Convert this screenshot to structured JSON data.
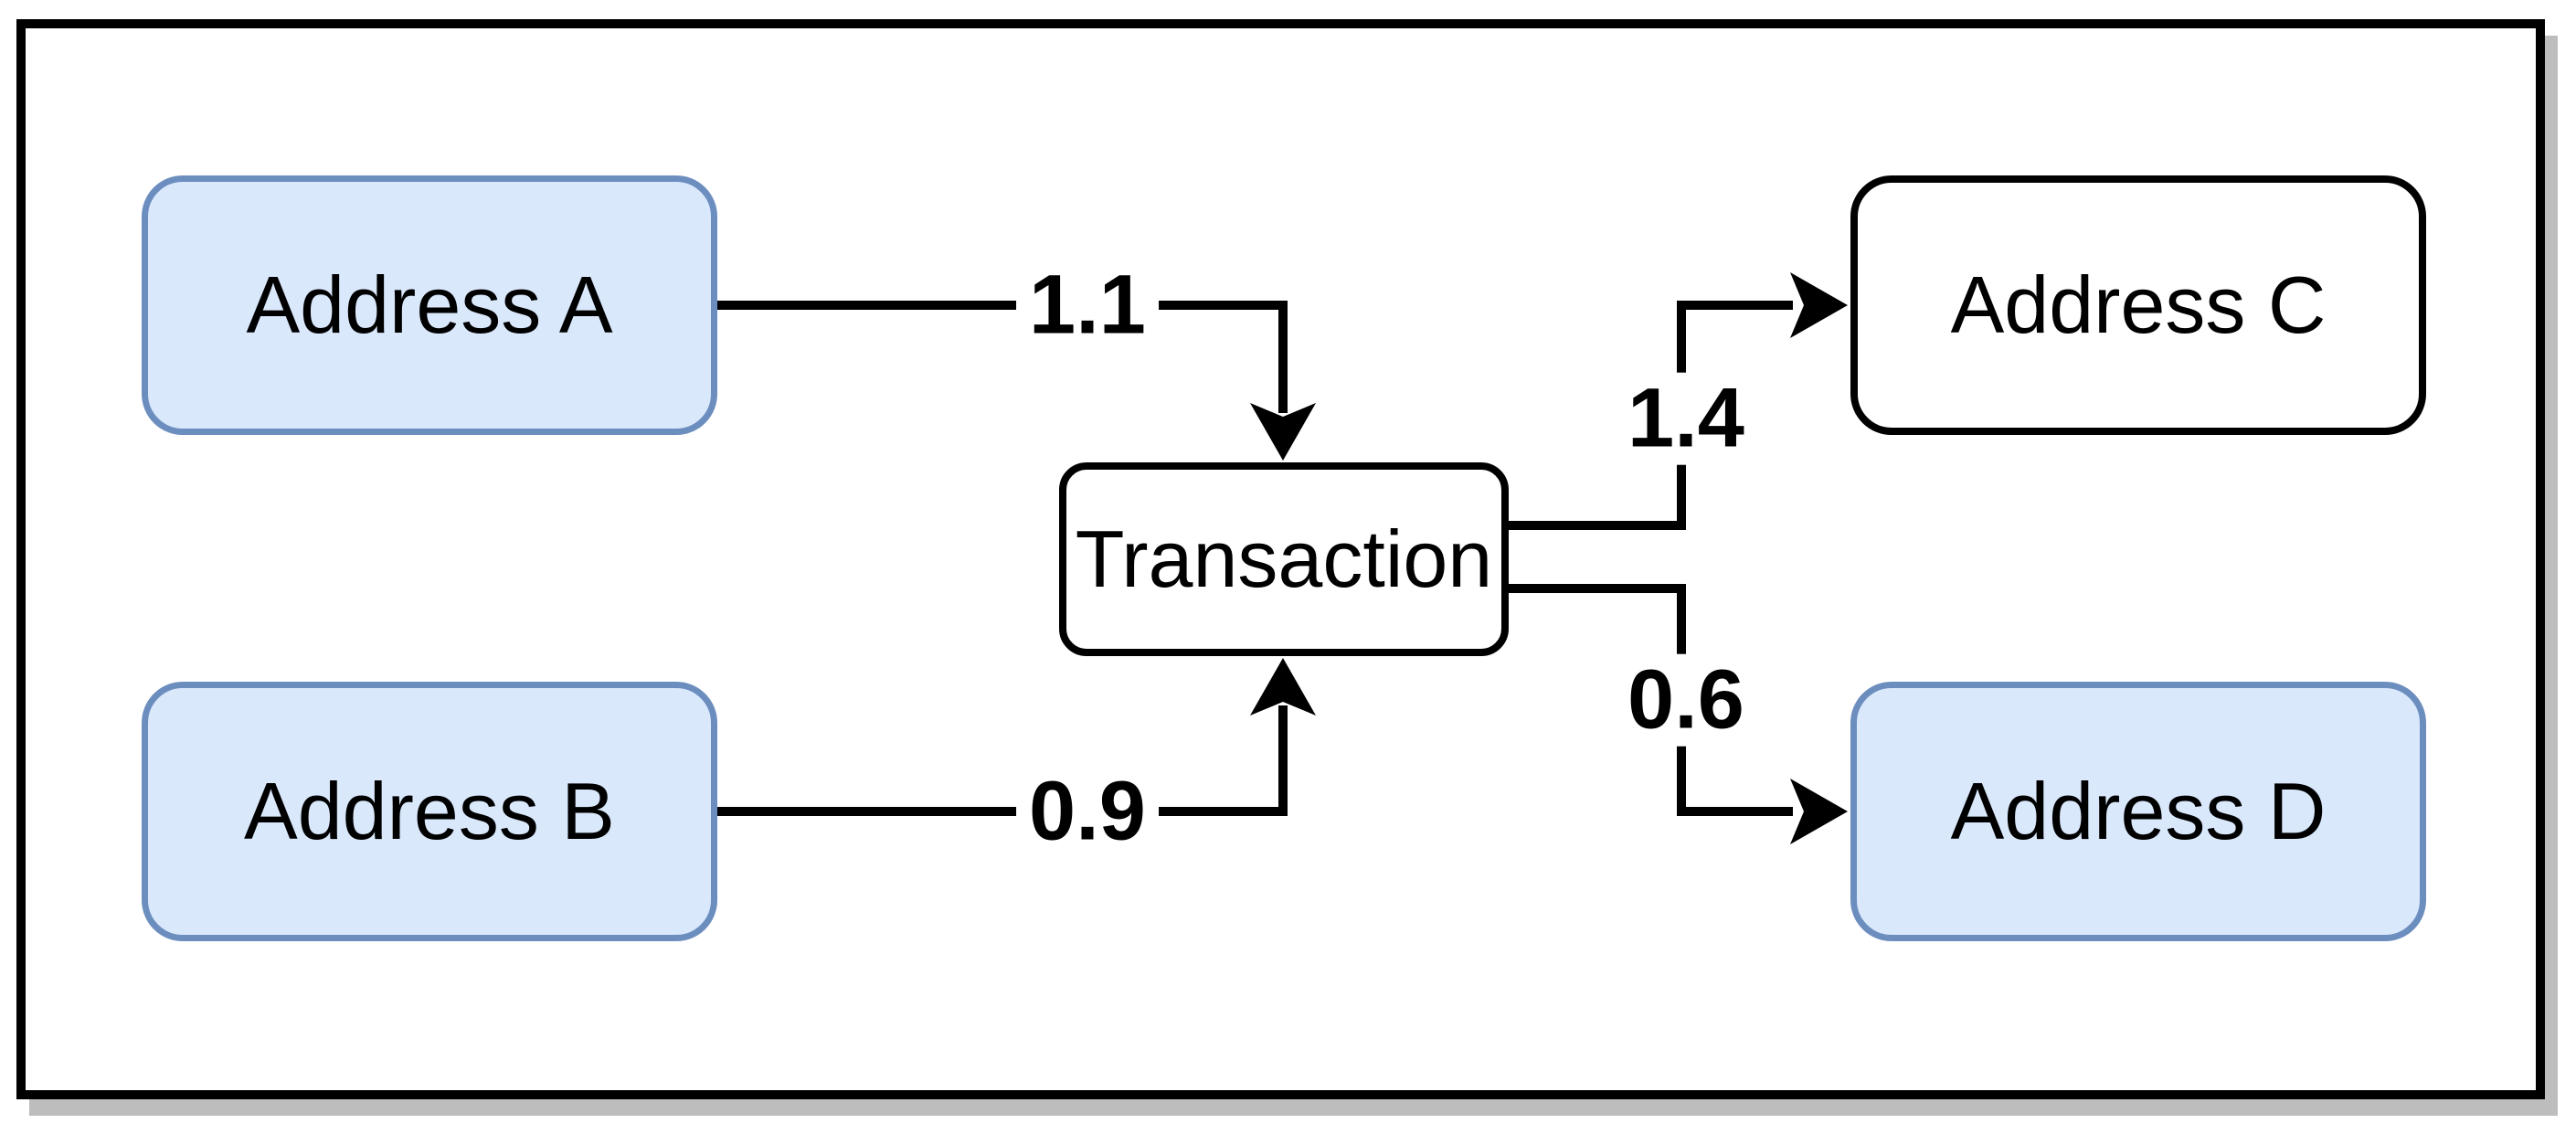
{
  "diagram": {
    "description": "Transaction flow diagram",
    "nodes": {
      "address_a": {
        "label": "Address A",
        "fill": "#dae8fc",
        "stroke": "#6c8ebf",
        "shape": "rounded-rectangle"
      },
      "address_b": {
        "label": "Address B",
        "fill": "#dae8fc",
        "stroke": "#6c8ebf",
        "shape": "rounded-rectangle"
      },
      "transaction": {
        "label": "Transaction",
        "fill": "#ffffff",
        "stroke": "#000000",
        "shape": "rounded-rectangle"
      },
      "address_c": {
        "label": "Address C",
        "fill": "#ffffff",
        "stroke": "#000000",
        "shape": "rounded-rectangle"
      },
      "address_d": {
        "label": "Address D",
        "fill": "#dae8fc",
        "stroke": "#6c8ebf",
        "shape": "rounded-rectangle"
      }
    },
    "edges": [
      {
        "from": "address_a",
        "to": "transaction",
        "label": "1.1"
      },
      {
        "from": "address_b",
        "to": "transaction",
        "label": "0.9"
      },
      {
        "from": "transaction",
        "to": "address_c",
        "label": "1.4"
      },
      {
        "from": "transaction",
        "to": "address_d",
        "label": "0.6"
      }
    ],
    "colors": {
      "edge_stroke": "#000000",
      "frame_border": "#000000",
      "frame_shadow": "#bdbdbd",
      "background": "#ffffff"
    }
  }
}
